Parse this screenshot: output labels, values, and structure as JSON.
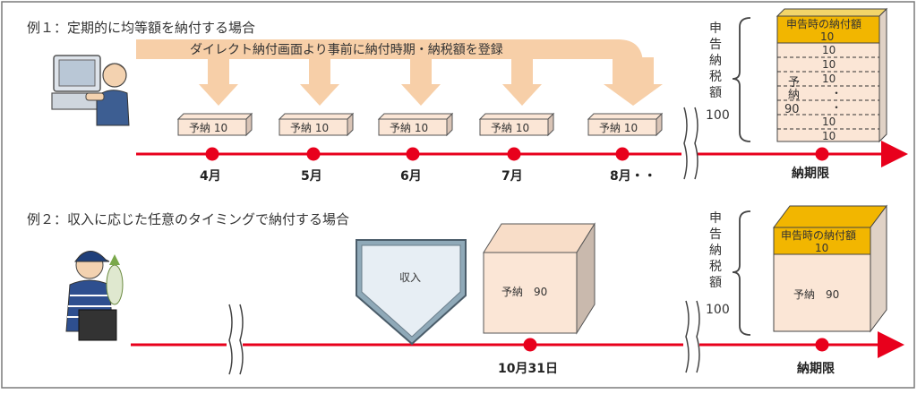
{
  "example1": {
    "title": "例１：定期的に均等額を納付する場合",
    "banner": "ダイレクト納付画面より事前に納付時期・納税額を登録",
    "prepayments": [
      "予納 10",
      "予納 10",
      "予納 10",
      "予納 10",
      "予納 10"
    ],
    "months": [
      "4月",
      "5月",
      "6月",
      "7月",
      "8月・・"
    ],
    "deadline": "納期限",
    "declared_label": "申告納税額",
    "declared_amount": "100",
    "stack": {
      "top_label": "申告時の納付額",
      "top_value": "10",
      "rows": [
        "10",
        "10",
        "10",
        "・",
        "・",
        "10",
        "10"
      ],
      "side_label": "予納",
      "side_value": "90"
    }
  },
  "example2": {
    "title": "例２：収入に応じた任意のタイミングで納付する場合",
    "income_label": "収入",
    "prepay_label": "予納　90",
    "date": "10月31日",
    "deadline": "納期限",
    "declared_label": "申告納税額",
    "declared_amount": "100",
    "block_top_label": "申告時の納付額",
    "block_top_value": "10",
    "block_body": "予納　90"
  },
  "colors": {
    "timeline": "#e8001c",
    "dot": "#e8001c",
    "arrow": "#f7cfa8",
    "box_fill": "#fbe6d6",
    "box_side": "#d9c4b6",
    "gold": "#f2b600",
    "border": "#7a7a7a"
  }
}
